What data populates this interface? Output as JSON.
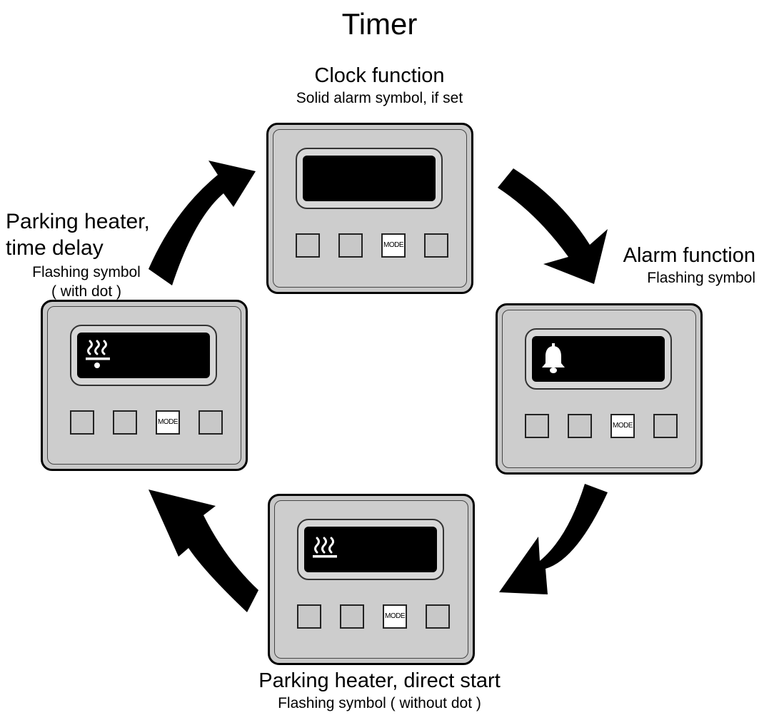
{
  "title": "Timer",
  "states": {
    "clock": {
      "label": "Clock function",
      "sub": "Solid alarm symbol, if set"
    },
    "alarm": {
      "label": "Alarm function",
      "sub": "Flashing symbol"
    },
    "direct": {
      "label": "Parking heater, direct start",
      "sub": "Flashing symbol ( without dot )"
    },
    "delay": {
      "label_line1": "Parking heater,",
      "label_line2": "time delay",
      "sub_line1": "Flashing symbol",
      "sub_line2": "( with dot )"
    }
  },
  "panel": {
    "mode_button_label": "MODE"
  },
  "icons": {
    "clock": "none",
    "alarm": "bell-icon",
    "direct": "heater-icon",
    "delay": "heater-with-dot-icon"
  },
  "colors": {
    "arrow": "#000000",
    "panel": "#c8c8c8",
    "display": "#000000"
  }
}
